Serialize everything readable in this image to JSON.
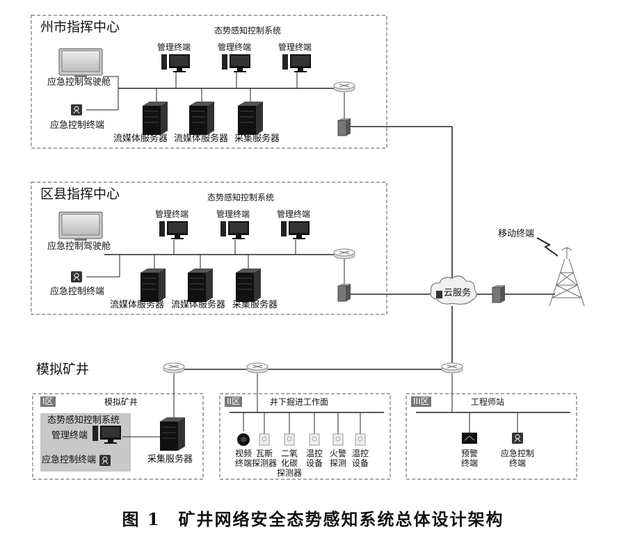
{
  "city": {
    "title": "州市指挥中心",
    "system": "态势感知控制系统",
    "terminals": [
      "管理终端",
      "管理终端",
      "管理终端"
    ],
    "cockpit": "应急控制驾驶舱",
    "emergency_terminal": "应急控制终端",
    "servers": [
      "流媒体服务器",
      "流媒体服务器",
      "采集服务器"
    ]
  },
  "county": {
    "title": "区县指挥中心",
    "system": "态势感知控制系统",
    "terminals": [
      "管理终端",
      "管理终端",
      "管理终端"
    ],
    "cockpit": "应急控制驾驶舱",
    "emergency_terminal": "应急控制终端",
    "servers": [
      "流媒体服务器",
      "流媒体服务器",
      "采集服务器"
    ]
  },
  "cloud": "云服务",
  "mobile": "移动终端",
  "mine": {
    "title": "模拟矿井",
    "zone1": {
      "badge": "I区",
      "label": "模拟矿井",
      "system": "态势感知控制系统",
      "terminal": "管理终端",
      "emergency_terminal": "应急控制终端",
      "server": "采集服务器"
    },
    "zone2": {
      "badge": "II区",
      "label": "井下掘进工作面",
      "devices": [
        {
          "l1": "视频",
          "l2": "终端",
          "l3": ""
        },
        {
          "l1": "瓦斯",
          "l2": "探测器",
          "l3": ""
        },
        {
          "l1": "二氧",
          "l2": "化碳",
          "l3": "探测器"
        },
        {
          "l1": "温控",
          "l2": "设备",
          "l3": ""
        },
        {
          "l1": "火警",
          "l2": "探测",
          "l3": ""
        },
        {
          "l1": "温控",
          "l2": "设备",
          "l3": ""
        }
      ]
    },
    "zone3": {
      "badge": "III区",
      "label": "工程师站",
      "devices": [
        {
          "l1": "预警",
          "l2": "终端"
        },
        {
          "l1": "应急控制",
          "l2": "终端"
        }
      ]
    }
  },
  "caption": "图 1　矿井网络安全态势感知系统总体设计架构"
}
